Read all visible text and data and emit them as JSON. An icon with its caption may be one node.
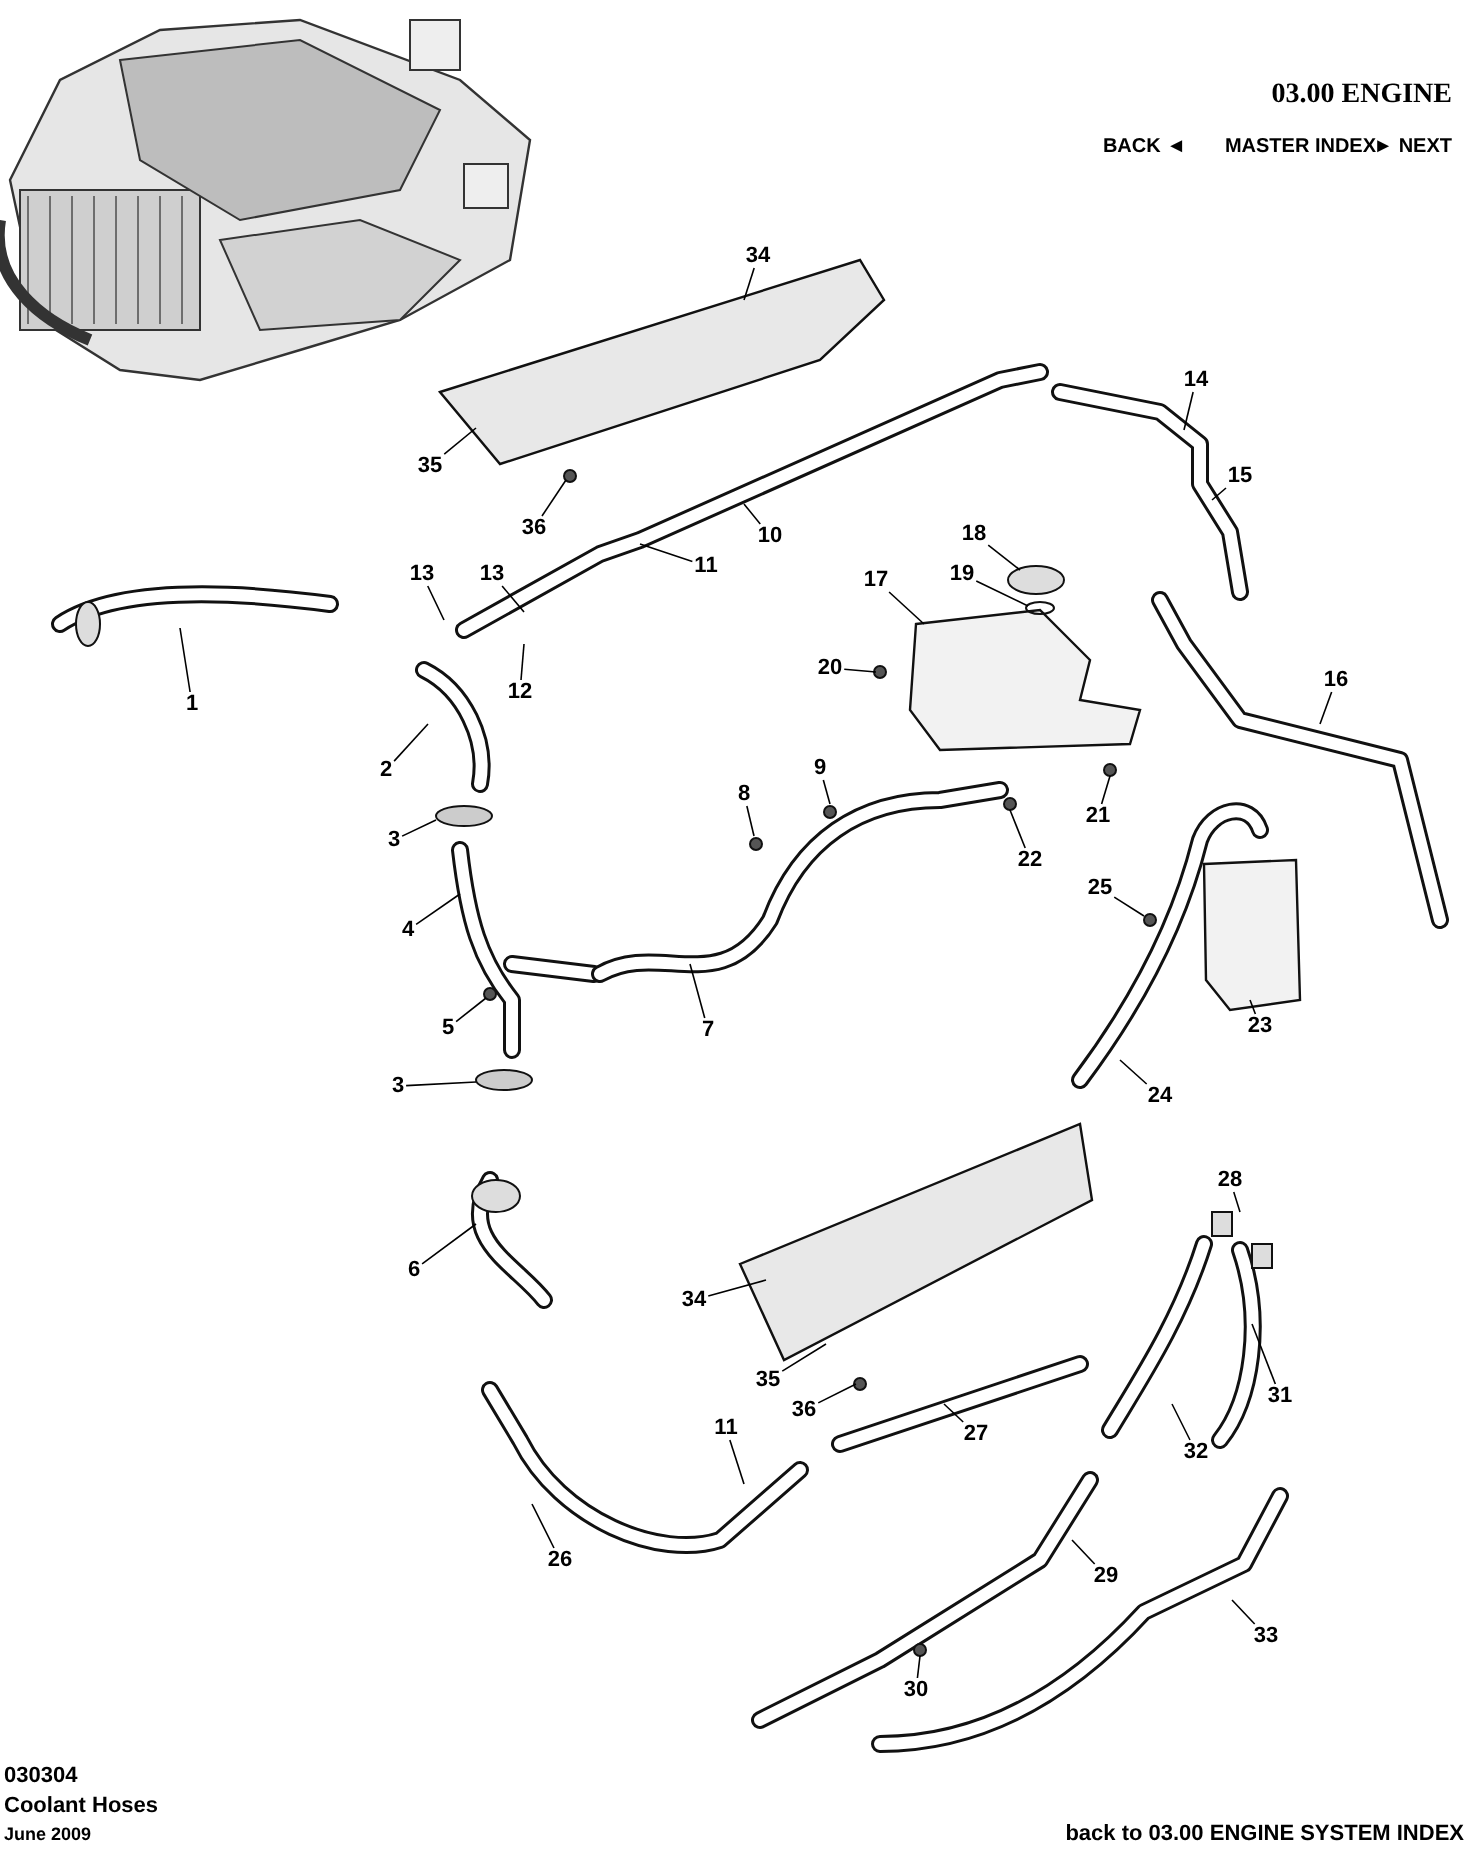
{
  "diagram": {
    "nodes": [
      {
        "text": [
          "34"
        ]
      },
      {
        "text": [
          "35"
        ]
      },
      {
        "text": [
          "36"
        ]
      },
      {
        "text": [
          "10"
        ]
      },
      {
        "text": [
          "14"
        ]
      },
      {
        "text": [
          "15"
        ]
      },
      {
        "text": [
          "18"
        ]
      },
      {
        "text": [
          "11"
        ]
      },
      {
        "text": [
          "13"
        ]
      },
      {
        "text": [
          "13"
        ]
      },
      {
        "text": [
          "17"
        ]
      },
      {
        "text": [
          "19"
        ]
      },
      {
        "text": [
          "20"
        ]
      },
      {
        "text": [
          "12"
        ]
      },
      {
        "text": [
          "16"
        ]
      },
      {
        "text": [
          "1"
        ]
      },
      {
        "text": [
          "2"
        ]
      },
      {
        "text": [
          "9"
        ]
      },
      {
        "text": [
          "8"
        ]
      },
      {
        "text": [
          "21"
        ]
      },
      {
        "text": [
          "3"
        ]
      },
      {
        "text": [
          "22"
        ]
      },
      {
        "text": [
          "25"
        ]
      },
      {
        "text": [
          "4"
        ]
      },
      {
        "text": [
          "5"
        ]
      },
      {
        "text": [
          "7"
        ]
      },
      {
        "text": [
          "23"
        ]
      },
      {
        "text": [
          "3"
        ]
      },
      {
        "text": [
          "24"
        ]
      },
      {
        "text": [
          "28"
        ]
      },
      {
        "text": [
          "6"
        ]
      },
      {
        "text": [
          "34"
        ]
      },
      {
        "text": [
          "35"
        ]
      },
      {
        "text": [
          "31"
        ]
      },
      {
        "text": [
          "36"
        ]
      },
      {
        "text": [
          "11"
        ]
      },
      {
        "text": [
          "27"
        ]
      },
      {
        "text": [
          "32"
        ]
      },
      {
        "text": [
          "26"
        ]
      },
      {
        "text": [
          "29"
        ]
      },
      {
        "text": [
          "33"
        ]
      },
      {
        "text": [
          "30"
        ]
      }
    ],
    "edges": [
      {
        "from": 0,
        "to": null,
        "arrow": "none"
      },
      {
        "from": 1,
        "to": null,
        "arrow": "none"
      },
      {
        "from": 2,
        "to": null,
        "arrow": "none"
      },
      {
        "from": 3,
        "to": null,
        "arrow": "none"
      },
      {
        "from": 4,
        "to": null,
        "arrow": "none"
      },
      {
        "from": 5,
        "to": null,
        "arrow": "none"
      },
      {
        "from": 6,
        "to": null,
        "arrow": "none"
      },
      {
        "from": 7,
        "to": null,
        "arrow": "none"
      },
      {
        "from": 8,
        "to": null,
        "arrow": "none"
      },
      {
        "from": 9,
        "to": null,
        "arrow": "none"
      },
      {
        "from": 10,
        "to": null,
        "arrow": "none"
      },
      {
        "from": 11,
        "to": null,
        "arrow": "none"
      },
      {
        "from": 12,
        "to": null,
        "arrow": "none"
      },
      {
        "from": 13,
        "to": null,
        "arrow": "none"
      },
      {
        "from": 14,
        "to": null,
        "arrow": "none"
      },
      {
        "from": 15,
        "to": null,
        "arrow": "none"
      },
      {
        "from": 16,
        "to": null,
        "arrow": "none"
      },
      {
        "from": 17,
        "to": null,
        "arrow": "none"
      },
      {
        "from": 18,
        "to": null,
        "arrow": "none"
      },
      {
        "from": 19,
        "to": null,
        "arrow": "none"
      },
      {
        "from": 20,
        "to": null,
        "arrow": "none"
      },
      {
        "from": 21,
        "to": null,
        "arrow": "none"
      },
      {
        "from": 22,
        "to": null,
        "arrow": "none"
      },
      {
        "from": 23,
        "to": null,
        "arrow": "none"
      },
      {
        "from": 24,
        "to": null,
        "arrow": "none"
      },
      {
        "from": 25,
        "to": null,
        "arrow": "none"
      },
      {
        "from": 26,
        "to": null,
        "arrow": "none"
      },
      {
        "from": 27,
        "to": null,
        "arrow": "none"
      },
      {
        "from": 28,
        "to": null,
        "arrow": "none"
      },
      {
        "from": 29,
        "to": null,
        "arrow": "none"
      },
      {
        "from": 30,
        "to": null,
        "arrow": "none"
      },
      {
        "from": 31,
        "to": null,
        "arrow": "none"
      },
      {
        "from": 32,
        "to": null,
        "arrow": "none"
      },
      {
        "from": 33,
        "to": null,
        "arrow": "none"
      },
      {
        "from": 34,
        "to": null,
        "arrow": "none"
      },
      {
        "from": 35,
        "to": null,
        "arrow": "none"
      },
      {
        "from": 36,
        "to": null,
        "arrow": "none"
      },
      {
        "from": 37,
        "to": null,
        "arrow": "none"
      },
      {
        "from": 38,
        "to": null,
        "arrow": "none"
      },
      {
        "from": 39,
        "to": null,
        "arrow": "none"
      },
      {
        "from": 40,
        "to": null,
        "arrow": "none"
      },
      {
        "from": 41,
        "to": null,
        "arrow": "none"
      }
    ],
    "labels": [
      "03.00 ENGINE",
      "BACK ◄",
      "MASTER INDEX",
      "► NEXT",
      "030304",
      "Coolant Hoses",
      "June 2009",
      "back to 03.00 ENGINE SYSTEM INDEX"
    ]
  }
}
